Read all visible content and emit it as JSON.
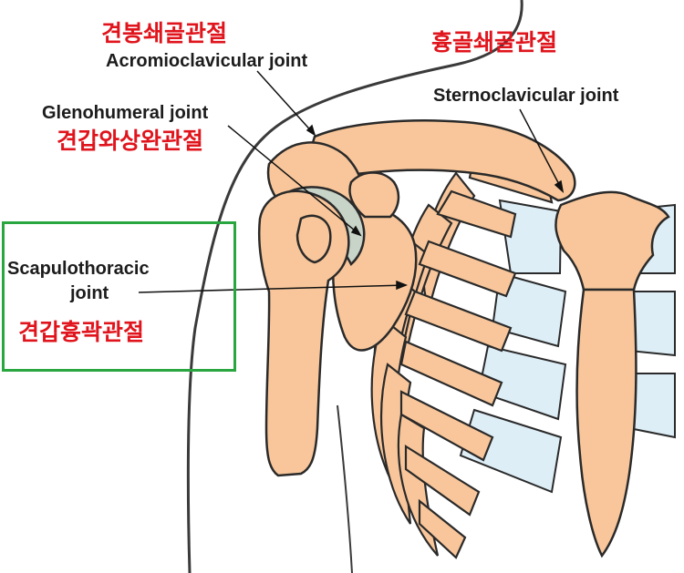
{
  "labels": {
    "acromioclavicular_ko": "견봉쇄골관절",
    "acromioclavicular_en": "Acromioclavicular joint",
    "sternoclavicular_ko": "흉골쇄골관절",
    "sternoclavicular_en": "Sternoclavicular joint",
    "glenohumeral_en": "Glenohumeral joint",
    "glenohumeral_ko": "견갑와상완관절",
    "scapulothoracic_en_line1": "Scapulothoracic",
    "scapulothoracic_en_line2": "joint",
    "scapulothoracic_ko": "견갑흉곽관절"
  },
  "colors": {
    "bone": "#f8c69a",
    "bone_outline": "#2a2a2a",
    "cartilage": "#ddeef7",
    "glenoid_cartilage": "#c9d4c9",
    "korean_label": "#e0141c",
    "highlight_box": "#2aa640",
    "body_outline": "#3a3a3a"
  },
  "icons": {
    "focus_box": "green-rectangle-highlight",
    "pointer": "leader-line-arrow"
  }
}
